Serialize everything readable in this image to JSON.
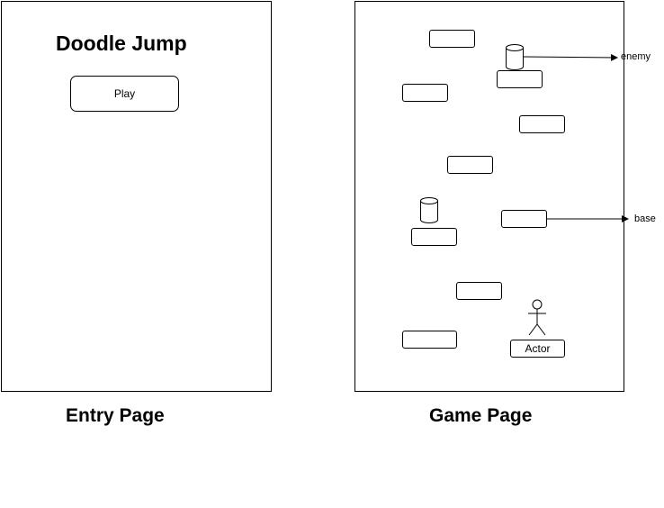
{
  "entry_page": {
    "title": "Doodle Jump",
    "play_button": "Play",
    "caption": "Entry Page"
  },
  "game_page": {
    "caption": "Game Page",
    "enemy_label": "enemy",
    "base_label": "base",
    "actor_label": "Actor"
  }
}
